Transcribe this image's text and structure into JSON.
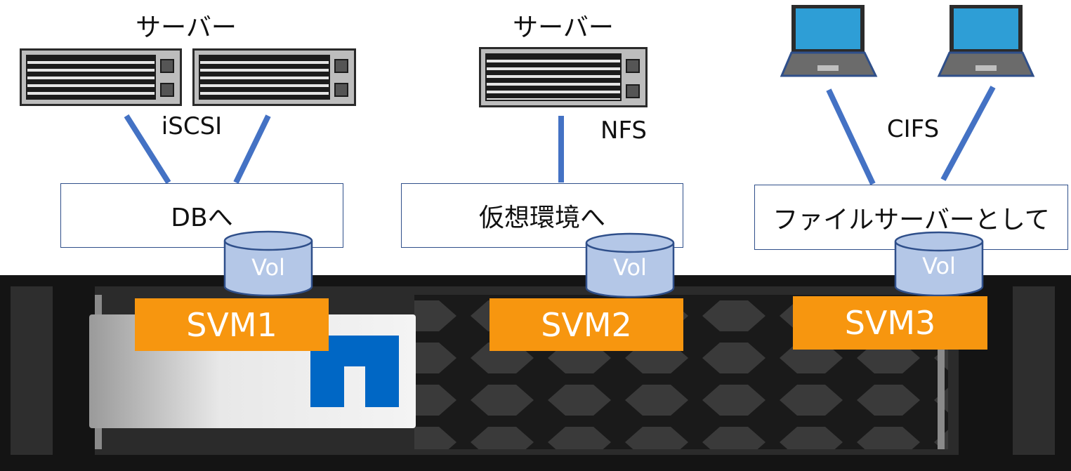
{
  "labels": {
    "server_left": "サーバー",
    "server_middle": "サーバー",
    "iscsi": "iSCSI",
    "nfs": "NFS",
    "cifs": "CIFS"
  },
  "boxes": {
    "db": "DBへ",
    "virtual": "仮想環境へ",
    "fileserver": "ファイルサーバーとして"
  },
  "volumes": [
    "Vol",
    "Vol",
    "Vol"
  ],
  "svms": [
    "SVM1",
    "SVM2",
    "SVM3"
  ],
  "colors": {
    "svm": "#f7960f",
    "connector": "#4472c4",
    "vol_fill": "#b4c7e7",
    "box_border": "#2f4f8a",
    "storage_body": "#1a1a1a",
    "logo": "#0067c5"
  }
}
